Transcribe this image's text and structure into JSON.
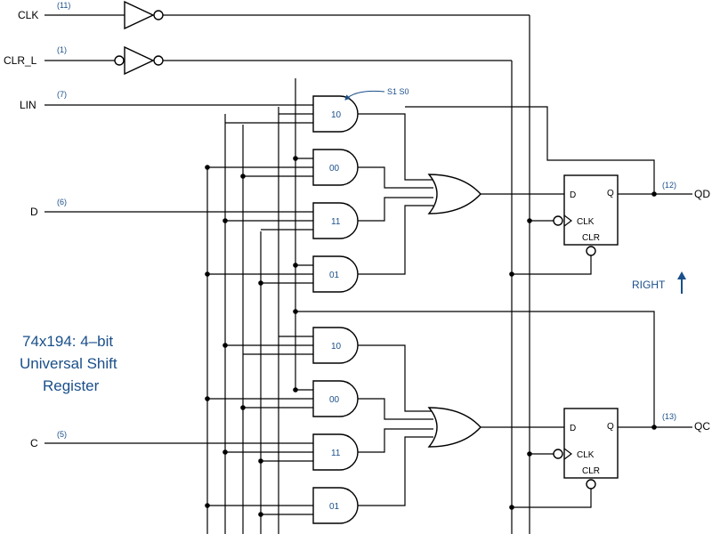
{
  "title_lines": [
    "74x194: 4–bit",
    "Universal Shift",
    "Register"
  ],
  "signals": {
    "clk": "CLK",
    "clk_pin": "(11)",
    "clr": "CLR_L",
    "clr_pin": "(1)",
    "lin": "LIN",
    "lin_pin": "(7)",
    "d": "D",
    "d_pin": "(6)",
    "c": "C",
    "c_pin": "(5)"
  },
  "mux_label": "S1 S0",
  "gate_labels_top": [
    "10",
    "00",
    "11",
    "01"
  ],
  "gate_labels_bottom": [
    "10",
    "00",
    "11",
    "01"
  ],
  "flipflop": {
    "d": "D",
    "q": "Q",
    "clk": "CLK",
    "clr": "CLR"
  },
  "outputs": {
    "qd": "QD",
    "qd_pin": "(12)",
    "qc": "QC",
    "qc_pin": "(13)"
  },
  "direction_label": "RIGHT",
  "icons": {
    "direction": "up-arrow-icon"
  },
  "colors": {
    "accent": "#1a4f8a"
  }
}
